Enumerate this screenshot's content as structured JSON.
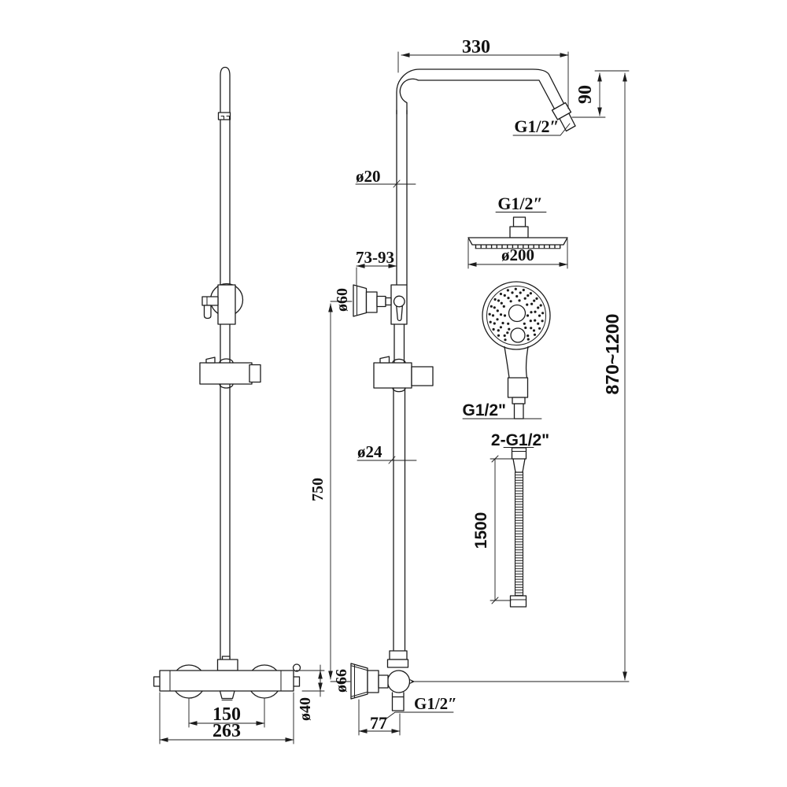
{
  "drawing": {
    "labels": {
      "arm": {
        "length": "330",
        "drop": "90",
        "thread": "G1/2″"
      },
      "riser": {
        "upper_diameter": "ø20",
        "lower_diameter": "ø24"
      },
      "head": {
        "thread": "G1/2″",
        "diameter": "ø200"
      },
      "bracket": {
        "wall_distance": "73-93",
        "flange_diameter": "ø60"
      },
      "column": {
        "overall_height": "870~1200",
        "slide_height": "750"
      },
      "handshower": {
        "thread": "G1/2\""
      },
      "hose": {
        "threads": "2-G1/2\"",
        "length": "1500"
      },
      "valve": {
        "flange_diameter": "ø66",
        "body_diameter": "ø40",
        "inlet_spacing": "150",
        "overall_width": "263",
        "wall_offset": "77",
        "outlet_thread": "G1/2″"
      }
    },
    "colors": {
      "line": "#1c1c1c",
      "background": "#ffffff"
    }
  }
}
